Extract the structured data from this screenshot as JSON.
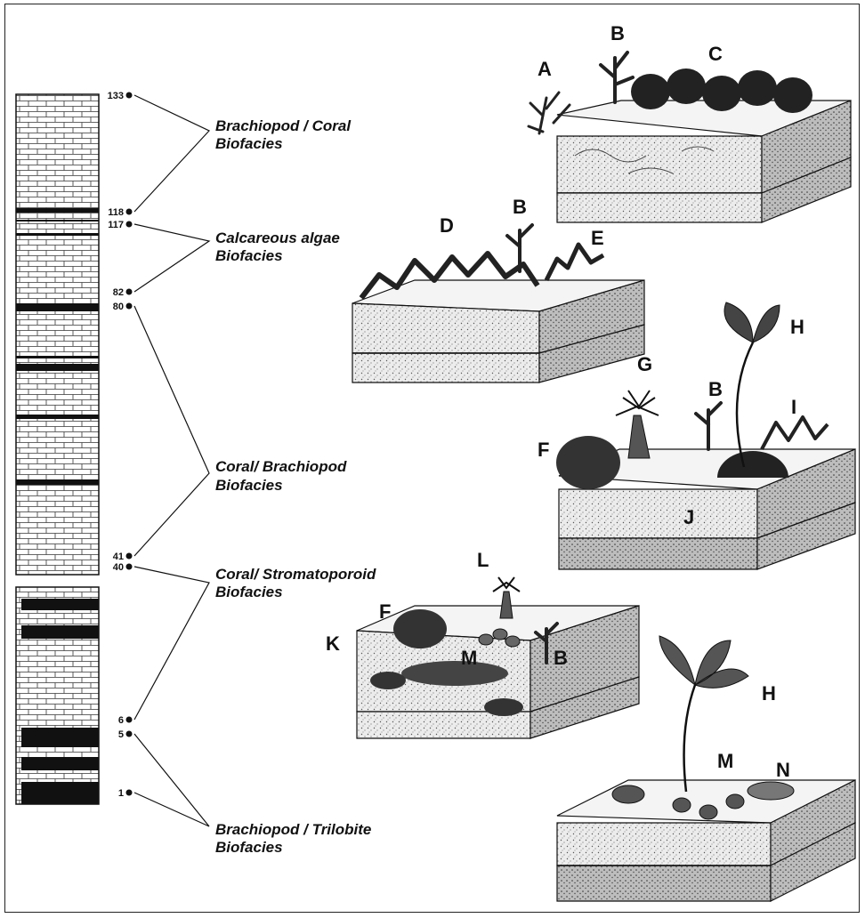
{
  "samples": [
    "133",
    "118",
    "117",
    "82",
    "80",
    "41",
    "40",
    "6",
    "5",
    "1"
  ],
  "biofacies": [
    {
      "line1": "Brachiopod / Coral",
      "line2": "Biofacies"
    },
    {
      "line1": "Calcareous algae",
      "line2": "Biofacies"
    },
    {
      "line1": "Coral/ Brachiopod",
      "line2": "Biofacies"
    },
    {
      "line1": "Coral/ Stromatoporoid",
      "line2": "Biofacies"
    },
    {
      "line1": "Brachiopod / Trilobite",
      "line2": "Biofacies"
    }
  ],
  "blocks": [
    {
      "labels": [
        "A",
        "B",
        "C"
      ]
    },
    {
      "labels": [
        "D",
        "B",
        "E"
      ]
    },
    {
      "labels": [
        "G",
        "H",
        "B",
        "I",
        "F",
        "J"
      ]
    },
    {
      "labels": [
        "L",
        "F",
        "K",
        "M",
        "B"
      ]
    },
    {
      "labels": [
        "H",
        "M",
        "N"
      ]
    }
  ],
  "colors": {
    "ink": "#111111",
    "paper": "#ffffff",
    "shale": "#111111",
    "sediment": "#cfcfcf"
  }
}
